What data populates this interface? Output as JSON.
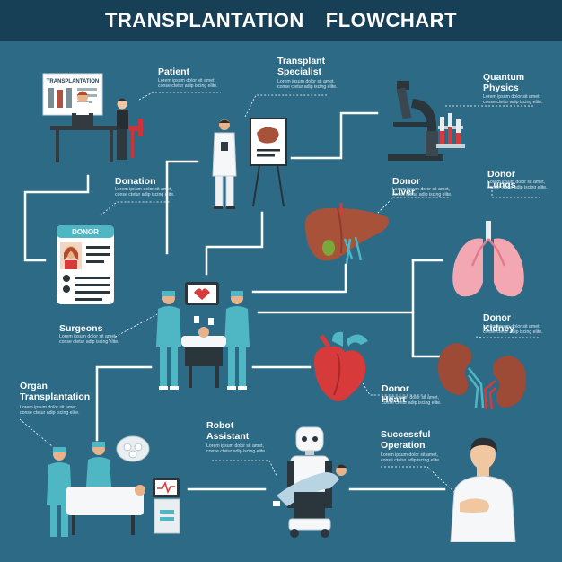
{
  "title": {
    "word1": "TRANSPLANTATION",
    "word2": "FLOWCHART"
  },
  "colors": {
    "background": "#2c6a86",
    "header": "#173f55",
    "line": "#ffffff",
    "organ_red": "#d63a3a",
    "liver": "#a8523a",
    "lung": "#f2a7b3",
    "kidney": "#9d4a37",
    "scrub": "#4fb6c4"
  },
  "lorem": {
    "line1": "Lorem ipsum dolor sit amet,",
    "line2": "conse ctetur adip iscing elite."
  },
  "nodes": {
    "patient": {
      "label_l1": "Patient",
      "label_l2": ""
    },
    "specialist": {
      "label_l1": "Transplant",
      "label_l2": "Specialist"
    },
    "quantum": {
      "label_l1": "Quantum",
      "label_l2": "Physics"
    },
    "donation": {
      "label_l1": "Donation",
      "label_l2": ""
    },
    "liver": {
      "label_l1": "Donor Liver",
      "label_l2": ""
    },
    "lungs": {
      "label_l1": "Donor Lungs",
      "label_l2": ""
    },
    "surgeons": {
      "label_l1": "Surgeons",
      "label_l2": ""
    },
    "kidney": {
      "label_l1": "Donor Kidney",
      "label_l2": ""
    },
    "organ": {
      "label_l1": "Organ",
      "label_l2": "Transplantation"
    },
    "heart": {
      "label_l1": "Donor Heart",
      "label_l2": ""
    },
    "robot": {
      "label_l1": "Robot",
      "label_l2": "Assistant"
    },
    "success": {
      "label_l1": "Successful",
      "label_l2": "Operation"
    }
  },
  "illustration_text": {
    "board": "TRANSPLANTATION",
    "card": "DONOR"
  },
  "icons": [
    "microscope-icon",
    "liver-icon",
    "lungs-icon",
    "kidney-icon",
    "heart-icon",
    "robot-icon",
    "monitor-icon",
    "surgical-lamp-icon",
    "donor-card-icon",
    "chart-board-icon"
  ]
}
